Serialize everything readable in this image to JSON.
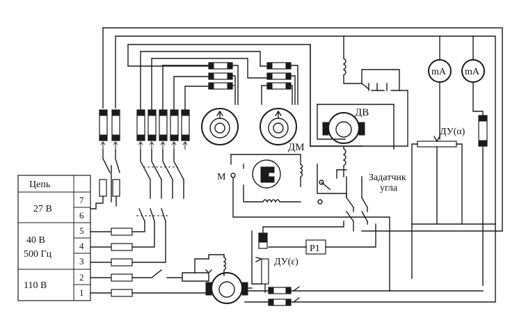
{
  "terminal_table": {
    "header": "Цепь",
    "groups": [
      {
        "voltage": "27 В",
        "voltage2": "",
        "pins": [
          "7",
          "6"
        ]
      },
      {
        "voltage": "40 В",
        "voltage2": "500 Гц",
        "pins": [
          "5",
          "4",
          "3"
        ]
      },
      {
        "voltage": "110 В",
        "voltage2": "",
        "pins": [
          "2",
          "1"
        ]
      }
    ]
  },
  "labels": {
    "dv": "ДВ",
    "dm": "ДМ",
    "m": "М",
    "zadatchik_1": "Задатчик",
    "zadatchik_2": "угла",
    "du_alpha": "ДУ(α)",
    "du_eps": "ДУ(ε)",
    "relay": "Р1",
    "ma_left": "mA",
    "ma_right": "mA"
  }
}
